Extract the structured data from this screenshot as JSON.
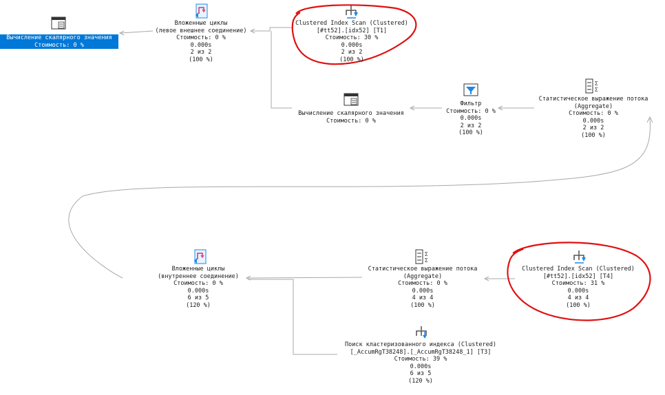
{
  "colors": {
    "background": "#ffffff",
    "connector": "#a8a8a8",
    "selection": "#0078d7",
    "annotation": "#e01010",
    "icon_blue": "#1e88e5",
    "icon_pink": "#d6336c"
  },
  "nodes": [
    {
      "id": "compute-scalar-1",
      "icon": "compute-scalar-icon",
      "selected": true,
      "lines": [
        "Вычисление скалярного значения",
        "Стоимость: 0 %"
      ]
    },
    {
      "id": "nested-loops-left",
      "icon": "nested-loops-icon",
      "selected": false,
      "lines": [
        "Вложенные циклы",
        "(левое внешнее соединение)",
        "Стоимость: 0 %",
        "0.000s",
        "2 из 2",
        "(100 %)"
      ]
    },
    {
      "id": "clustered-scan-t1",
      "icon": "clustered-index-scan-icon",
      "selected": false,
      "lines": [
        "Clustered Index Scan (Clustered)",
        "[#tt52].[idx52] [T1]",
        "Стоимость: 30 %",
        "0.000s",
        "2 из 2",
        "(100 %)"
      ]
    },
    {
      "id": "compute-scalar-2",
      "icon": "compute-scalar-icon",
      "selected": false,
      "lines": [
        "Вычисление скалярного значения",
        "Стоимость: 0 %"
      ]
    },
    {
      "id": "filter",
      "icon": "filter-icon",
      "selected": false,
      "lines": [
        "Фильтр",
        "Стоимость: 0 %",
        "0.000s",
        "2 из 2",
        "(100 %)"
      ]
    },
    {
      "id": "stream-aggregate-1",
      "icon": "stream-aggregate-icon",
      "selected": false,
      "lines": [
        "Статистическое выражение потока",
        "(Aggregate)",
        "Стоимость: 0 %",
        "0.000s",
        "2 из 2",
        "(100 %)"
      ]
    },
    {
      "id": "nested-loops-inner",
      "icon": "nested-loops-icon",
      "selected": false,
      "lines": [
        "Вложенные циклы",
        "(внутреннее соединение)",
        "Стоимость: 0 %",
        "0.000s",
        "6 из 5",
        "(120 %)"
      ]
    },
    {
      "id": "stream-aggregate-2",
      "icon": "stream-aggregate-icon",
      "selected": false,
      "lines": [
        "Статистическое выражение потока",
        "(Aggregate)",
        "Стоимость: 0 %",
        "0.000s",
        "4 из 4",
        "(100 %)"
      ]
    },
    {
      "id": "clustered-scan-t4",
      "icon": "clustered-index-scan-icon",
      "selected": false,
      "lines": [
        "Clustered Index Scan (Clustered)",
        "[#tt52].[idx52] [T4]",
        "Стоимость: 31 %",
        "0.000s",
        "4 из 4",
        "(100 %)"
      ]
    },
    {
      "id": "clustered-seek-t3",
      "icon": "clustered-index-seek-icon",
      "selected": false,
      "lines": [
        "Поиск кластеризованного индекса (Clustered)",
        "[_AccumRgT38248].[_AccumRgT38248_1] [T3]",
        "Стоимость: 39 %",
        "0.000s",
        "6 из 5",
        "(120 %)"
      ]
    }
  ]
}
